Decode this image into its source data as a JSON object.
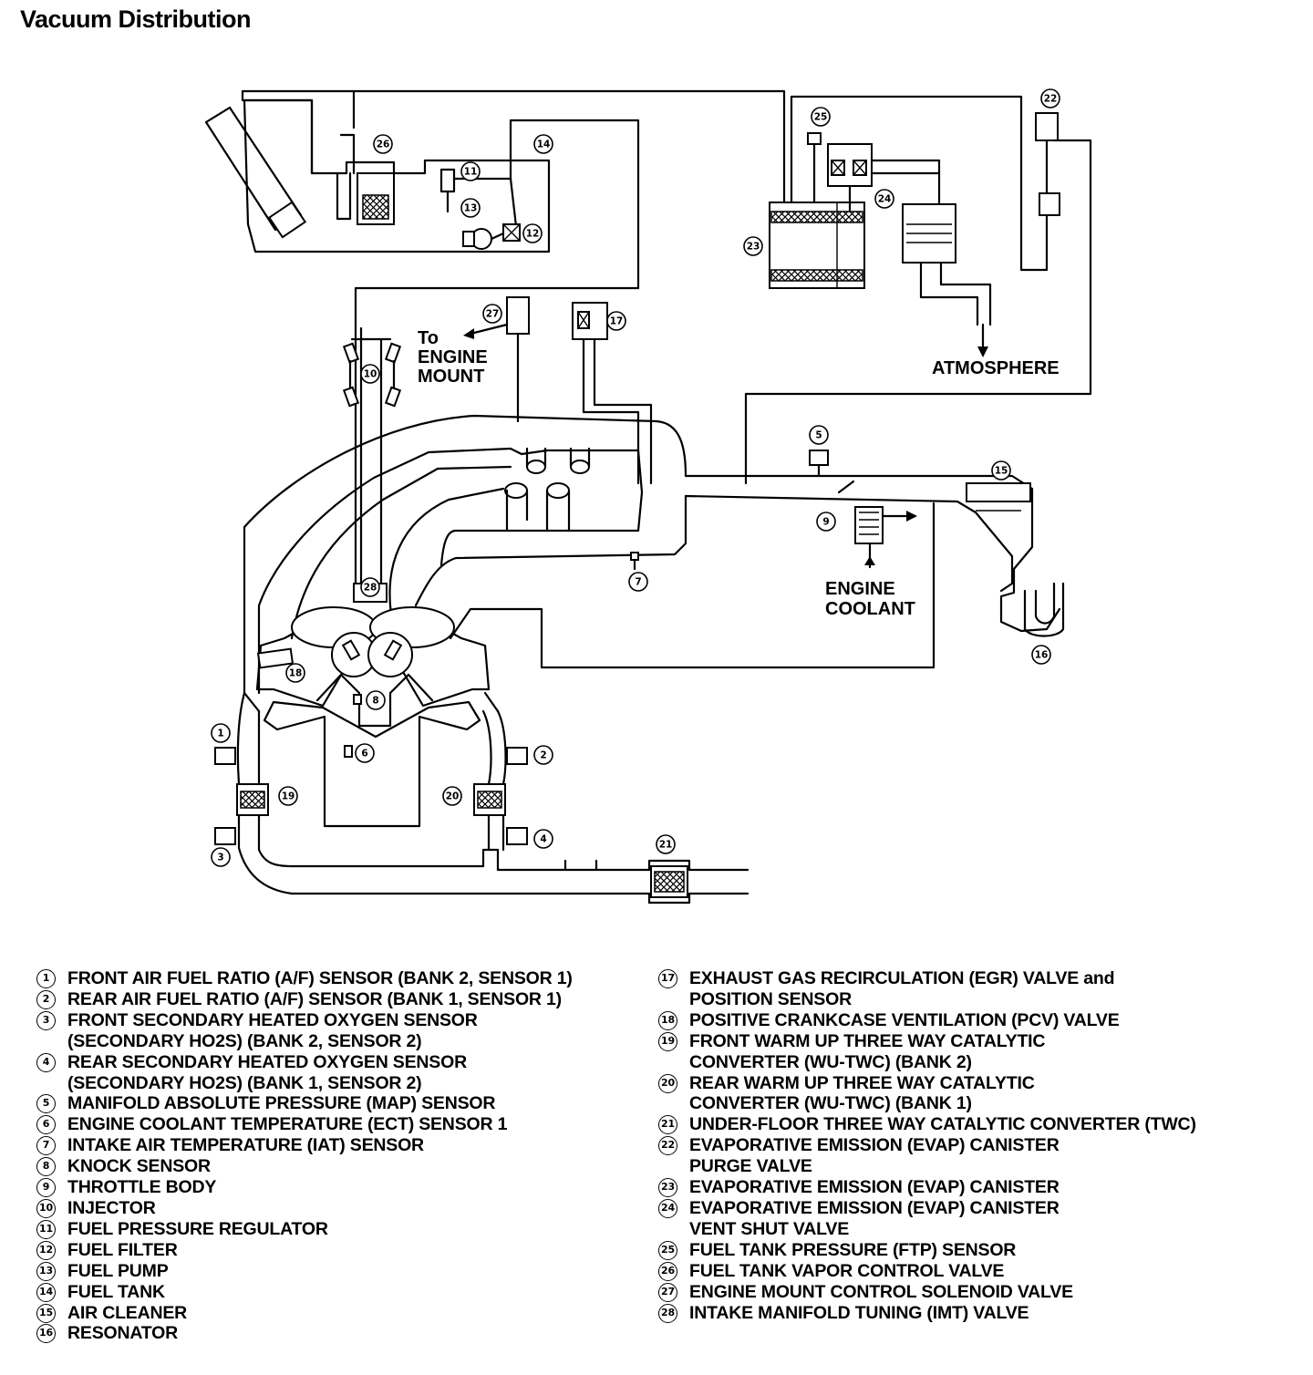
{
  "title": "Vacuum Distribution",
  "labels": {
    "to_engine_mount": [
      "To",
      "ENGINE",
      "MOUNT"
    ],
    "atmosphere": "ATMOSPHERE",
    "engine_coolant": [
      "ENGINE",
      "COOLANT"
    ]
  },
  "callouts": [
    "1",
    "2",
    "3",
    "4",
    "5",
    "6",
    "7",
    "8",
    "9",
    "10",
    "11",
    "12",
    "13",
    "14",
    "15",
    "16",
    "17",
    "18",
    "19",
    "20",
    "21",
    "22",
    "23",
    "24",
    "25",
    "26",
    "27",
    "28"
  ],
  "legend": {
    "left": [
      {
        "num": "1",
        "text": "FRONT AIR FUEL RATIO (A/F) SENSOR (BANK 2, SENSOR 1)"
      },
      {
        "num": "2",
        "text": "REAR AIR FUEL RATIO (A/F) SENSOR (BANK 1, SENSOR 1)"
      },
      {
        "num": "3",
        "text": "FRONT SECONDARY HEATED OXYGEN SENSOR\n(SECONDARY HO2S) (BANK 2, SENSOR 2)"
      },
      {
        "num": "4",
        "text": "REAR SECONDARY HEATED OXYGEN SENSOR\n(SECONDARY HO2S) (BANK 1, SENSOR 2)"
      },
      {
        "num": "5",
        "text": "MANIFOLD ABSOLUTE PRESSURE (MAP) SENSOR"
      },
      {
        "num": "6",
        "text": "ENGINE COOLANT TEMPERATURE (ECT) SENSOR 1"
      },
      {
        "num": "7",
        "text": "INTAKE AIR TEMPERATURE (IAT) SENSOR"
      },
      {
        "num": "8",
        "text": "KNOCK SENSOR"
      },
      {
        "num": "9",
        "text": "THROTTLE BODY"
      },
      {
        "num": "10",
        "text": "INJECTOR"
      },
      {
        "num": "11",
        "text": "FUEL PRESSURE REGULATOR"
      },
      {
        "num": "12",
        "text": "FUEL FILTER"
      },
      {
        "num": "13",
        "text": "FUEL PUMP"
      },
      {
        "num": "14",
        "text": "FUEL TANK"
      },
      {
        "num": "15",
        "text": "AIR CLEANER"
      },
      {
        "num": "16",
        "text": "RESONATOR"
      }
    ],
    "right": [
      {
        "num": "17",
        "text": "EXHAUST GAS RECIRCULATION (EGR) VALVE and\nPOSITION SENSOR"
      },
      {
        "num": "18",
        "text": "POSITIVE CRANKCASE VENTILATION (PCV) VALVE"
      },
      {
        "num": "19",
        "text": "FRONT WARM UP THREE WAY CATALYTIC\nCONVERTER (WU-TWC) (BANK 2)"
      },
      {
        "num": "20",
        "text": "REAR WARM UP THREE WAY CATALYTIC\nCONVERTER (WU-TWC) (BANK 1)"
      },
      {
        "num": "21",
        "text": "UNDER-FLOOR THREE WAY CATALYTIC CONVERTER (TWC)"
      },
      {
        "num": "22",
        "text": "EVAPORATIVE EMISSION (EVAP) CANISTER\nPURGE VALVE"
      },
      {
        "num": "23",
        "text": "EVAPORATIVE EMISSION (EVAP) CANISTER"
      },
      {
        "num": "24",
        "text": "EVAPORATIVE EMISSION (EVAP) CANISTER\nVENT SHUT VALVE"
      },
      {
        "num": "25",
        "text": "FUEL TANK PRESSURE (FTP) SENSOR"
      },
      {
        "num": "26",
        "text": "FUEL TANK VAPOR CONTROL VALVE"
      },
      {
        "num": "27",
        "text": "ENGINE MOUNT CONTROL SOLENOID VALVE"
      },
      {
        "num": "28",
        "text": "INTAKE MANIFOLD TUNING (IMT) VALVE"
      }
    ]
  }
}
